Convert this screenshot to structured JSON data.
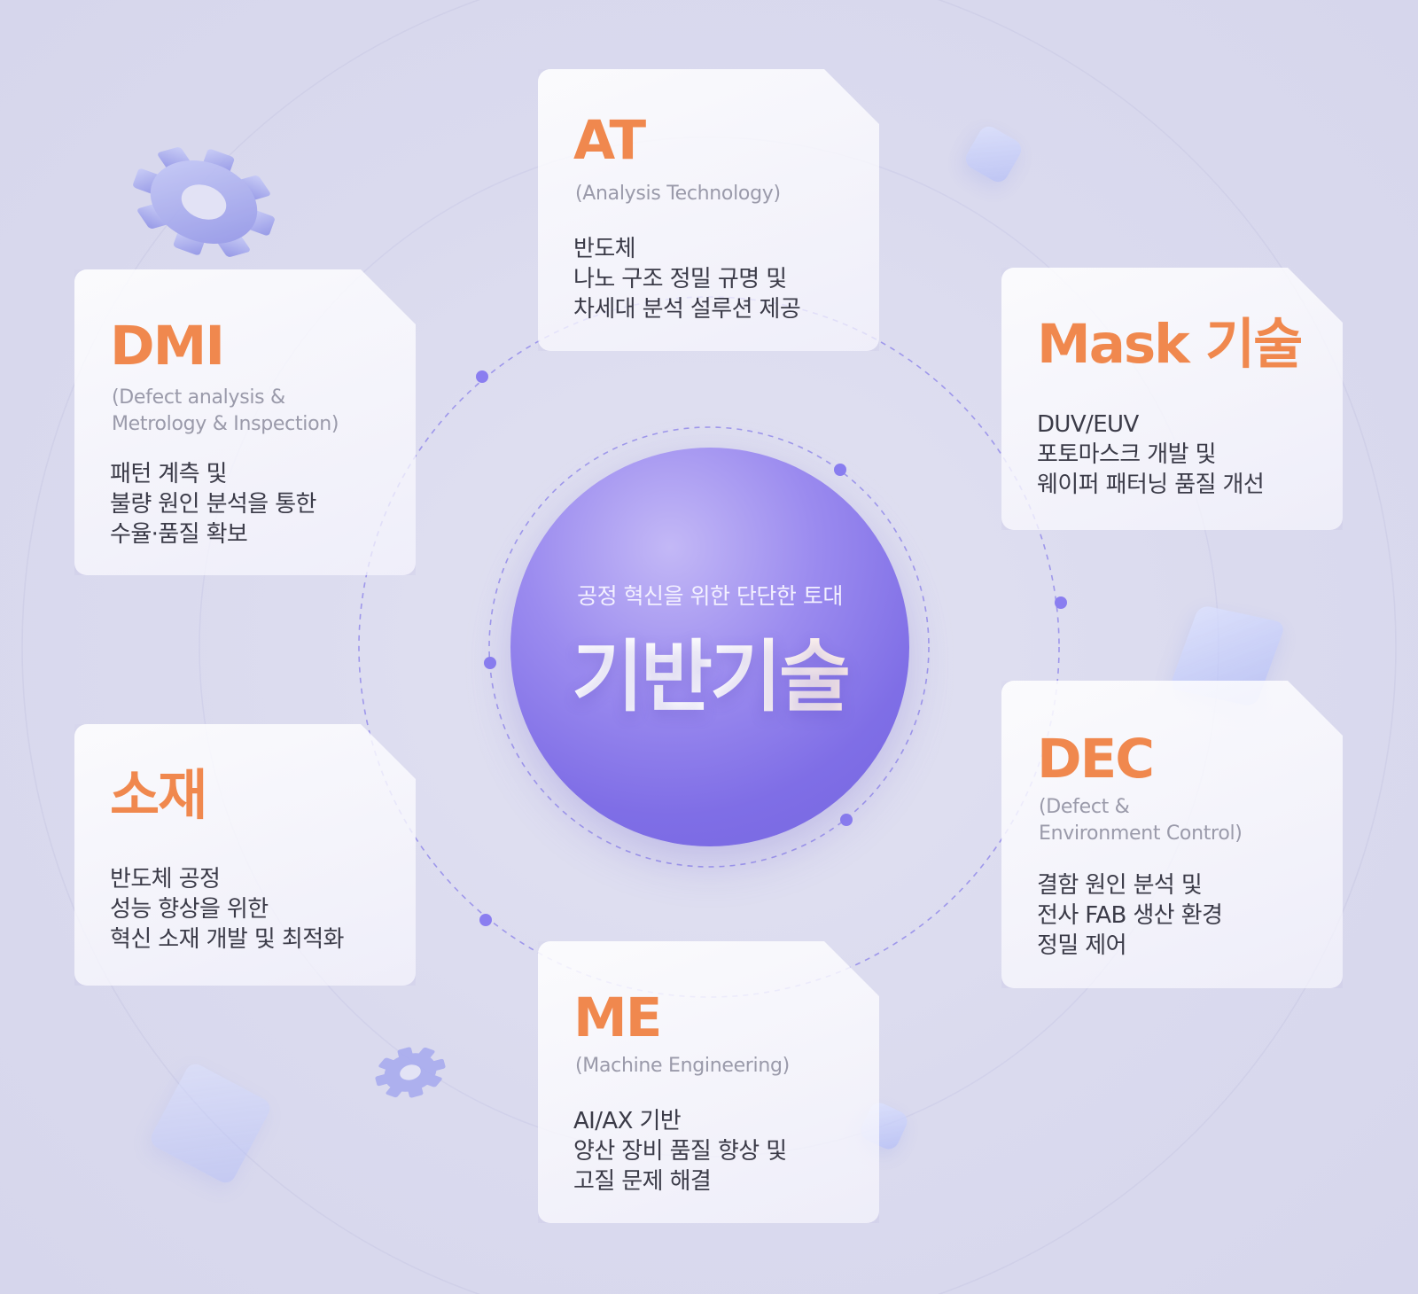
{
  "center": {
    "subtitle": "공정 혁신을 위한 단단한 토대",
    "title": "기반기술"
  },
  "cards": {
    "at": {
      "title": "AT",
      "subtitle": "(Analysis Technology)",
      "desc": [
        "반도체",
        "나노 구조 정밀 규명 및",
        "차세대 분석 설루션 제공"
      ]
    },
    "dmi": {
      "title": "DMI",
      "subtitle": [
        "(Defect analysis &",
        "Metrology & Inspection)"
      ],
      "desc": [
        "패턴 계측 및",
        "불량 원인 분석을 통한",
        "수율·품질 확보"
      ]
    },
    "mask": {
      "title": "Mask 기술",
      "desc": [
        "DUV/EUV",
        "포토마스크 개발 및",
        "웨이퍼 패터닝 품질 개선"
      ]
    },
    "sojae": {
      "title": "소재",
      "desc": [
        "반도체 공정",
        "성능 향상을 위한",
        "혁신 소재 개발 및 최적화"
      ]
    },
    "dec": {
      "title": "DEC",
      "subtitle": [
        "(Defect &",
        "Environment Control)"
      ],
      "desc": [
        "결함 원인 분석 및",
        "전사 FAB 생산 환경",
        "정밀 제어"
      ]
    },
    "me": {
      "title": "ME",
      "subtitle": "(Machine Engineering)",
      "desc": [
        "AI/AX 기반",
        "양산 장비 품질 향상 및",
        "고질 문제 해결"
      ]
    }
  },
  "colors": {
    "accent": "#f0884e",
    "hub": "#7f6ee6",
    "dot": "#8a7ef0",
    "text": "#3b3b48",
    "muted": "#9a9aaa"
  },
  "decorations": [
    "gear-icon",
    "gear-icon",
    "cube-icon",
    "cube-icon",
    "cube-icon",
    "cube-icon"
  ]
}
